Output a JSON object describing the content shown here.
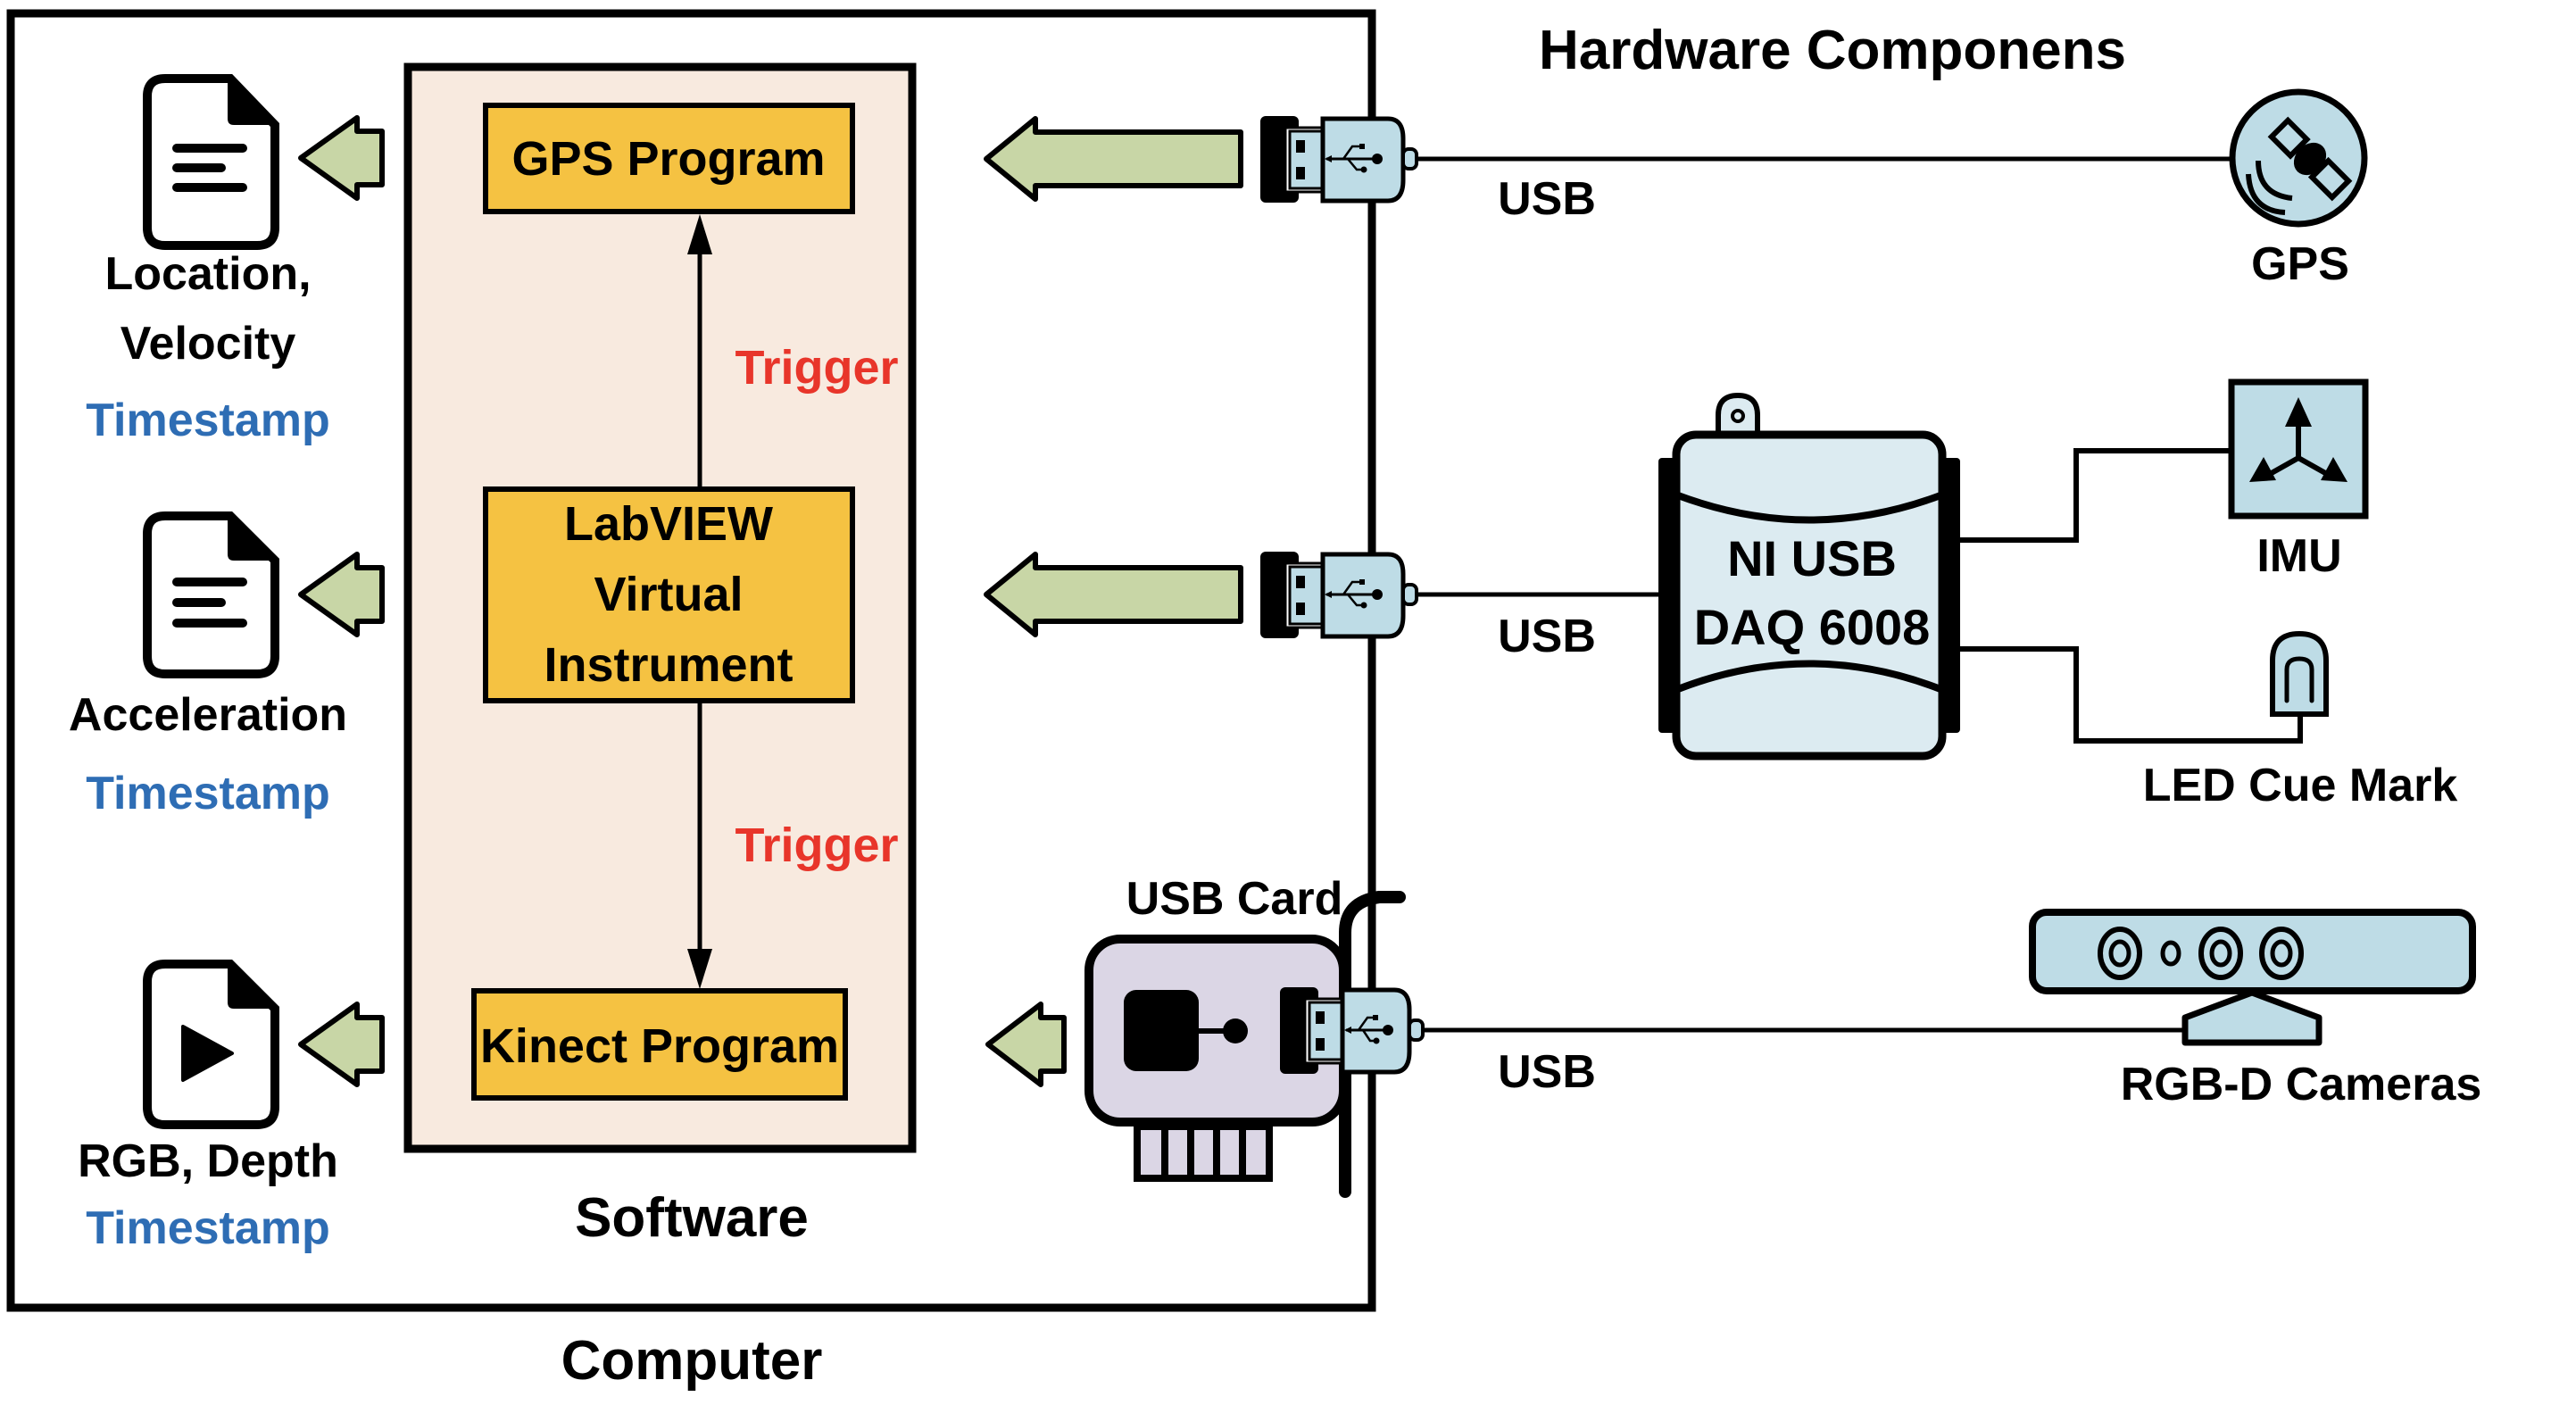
{
  "colors": {
    "program_box_fill": "#f5c242",
    "software_fill": "#f8eadf",
    "arrow_fill": "#c8d6a6",
    "device_fill": "#bedce6",
    "daq_fill": "#dcebf1",
    "card_fill": "#dbd6e5",
    "timestamp": "#2e6db4",
    "trigger": "#e8352a",
    "stroke": "#000000"
  },
  "computer": {
    "label": "Computer"
  },
  "software": {
    "label": "Software",
    "programs": [
      {
        "id": "gps",
        "label_lines": [
          "GPS Program"
        ]
      },
      {
        "id": "labview",
        "label_lines": [
          "LabVIEW",
          "Virtual",
          "Instrument"
        ]
      },
      {
        "id": "kinect",
        "label_lines": [
          "Kinect Program"
        ]
      }
    ],
    "triggers": [
      {
        "label": "Trigger",
        "direction": "up",
        "from": "labview",
        "to": "gps"
      },
      {
        "label": "Trigger",
        "direction": "down",
        "from": "labview",
        "to": "kinect"
      }
    ]
  },
  "outputs": [
    {
      "icon": "text-document-icon",
      "lines": [
        "Location,",
        "Velocity"
      ],
      "timestamp": "Timestamp"
    },
    {
      "icon": "text-document-icon",
      "lines": [
        "Acceleration"
      ],
      "timestamp": "Timestamp"
    },
    {
      "icon": "video-document-icon",
      "lines": [
        "RGB, Depth"
      ],
      "timestamp": "Timestamp"
    }
  ],
  "hardware": {
    "title": "Hardware Componens",
    "usb_card_label": "USB Card",
    "connections": [
      {
        "label": "USB",
        "device": "GPS"
      },
      {
        "label": "USB",
        "device": "NI USB DAQ 6008"
      },
      {
        "label": "USB",
        "device": "RGB-D Cameras"
      }
    ],
    "daq": {
      "label_lines": [
        "NI USB",
        "DAQ 6008"
      ]
    },
    "devices": [
      {
        "id": "gps",
        "label": "GPS",
        "icon": "satellite-icon"
      },
      {
        "id": "imu",
        "label": "IMU",
        "icon": "axes-icon"
      },
      {
        "id": "led",
        "label": "LED Cue Mark",
        "icon": "led-icon"
      },
      {
        "id": "camera",
        "label": "RGB-D Cameras",
        "icon": "depth-camera-icon"
      }
    ]
  }
}
